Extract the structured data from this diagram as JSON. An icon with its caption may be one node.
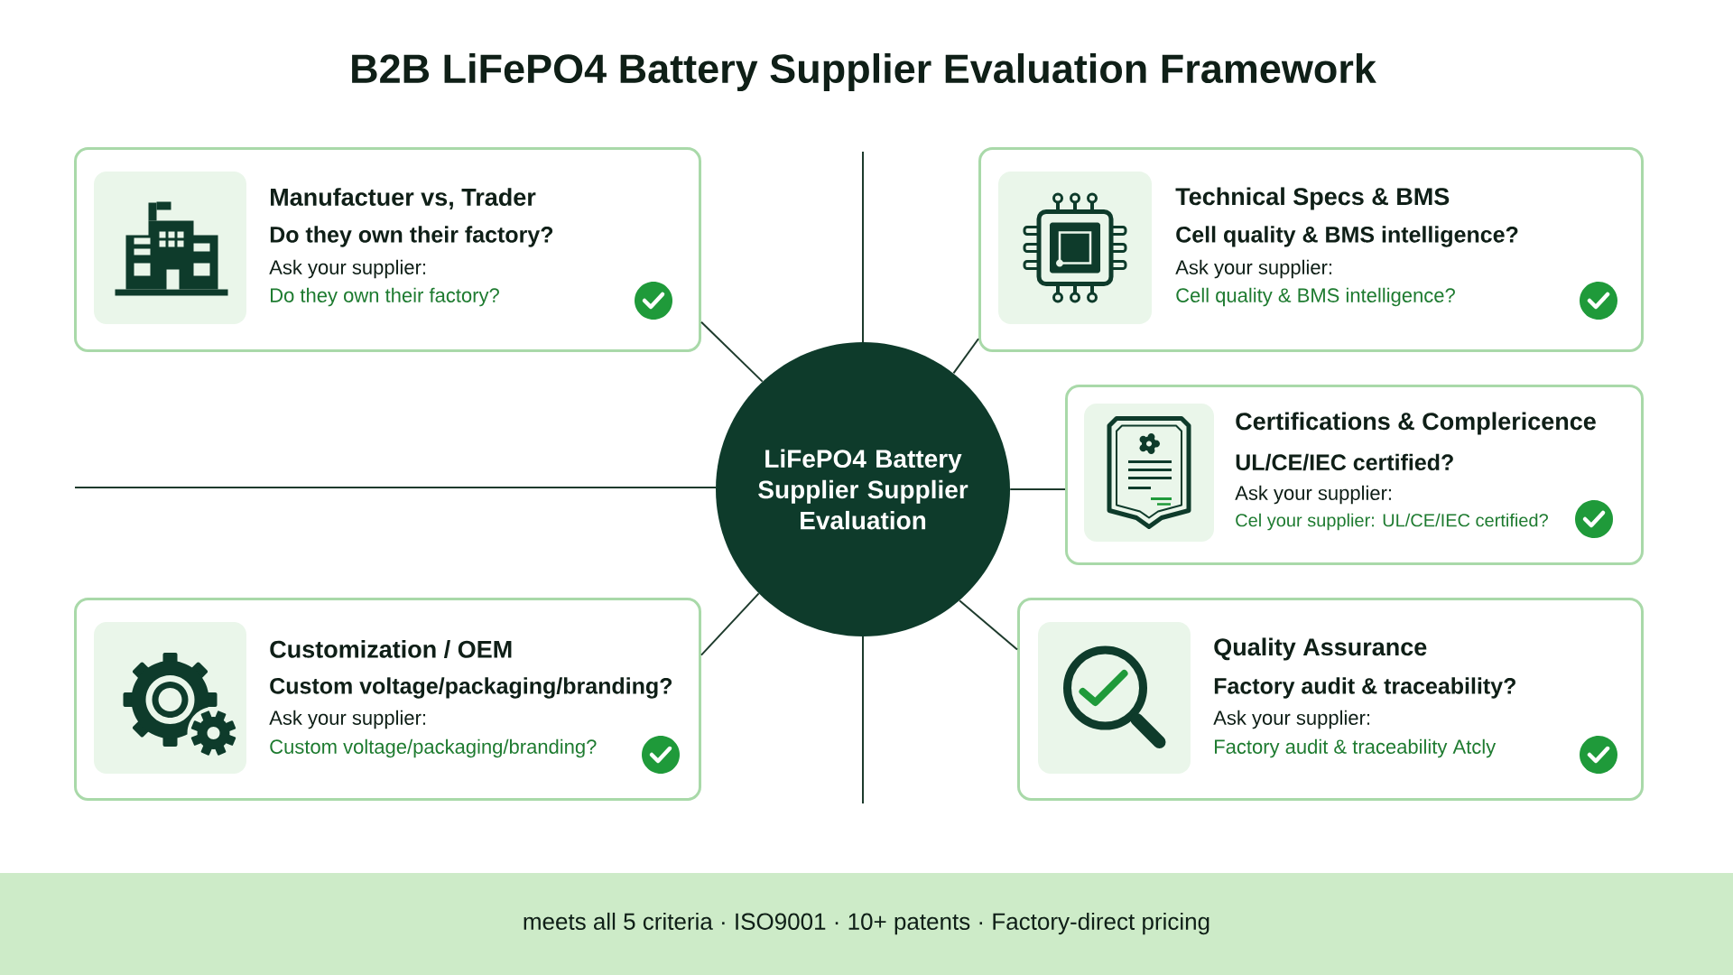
{
  "diagram": {
    "title": "B2B LiFePO4 Battery Supplier Evaluation Framework",
    "nodes": [
      {
        "text": [
          "Manufactuer vs, Trader",
          "Do they own their factory?",
          "Ask your supplier:",
          "Do they own their factory?"
        ]
      },
      {
        "text": [
          "Technical Specs & BMS",
          "Cell quality & BMS intelligence?",
          "Ask your supplier:",
          "Cell quality & BMS intelligence?"
        ]
      },
      {
        "text": [
          "LiFePO4 Battery Supplier Supplier Evaluation"
        ]
      },
      {
        "text": [
          "Certifications & Complericence",
          "UL/CE/IEC certified?",
          "Ask your supplier:",
          "Cel your supplier: UL/CE/IEC certified?"
        ]
      },
      {
        "text": [
          "Customization / OEM",
          "Custom voltage/packaging/branding?",
          "Ask your supplier:",
          "Custom voltage/packaging/branding?"
        ]
      },
      {
        "text": [
          "Quality Assurance",
          "Factory audit & traceability?",
          "Ask your supplier:",
          "Factory audit & traceability Atcly"
        ]
      }
    ],
    "edges": [
      {
        "from": 2,
        "to": 0,
        "arrow": "none"
      },
      {
        "from": 2,
        "to": 1,
        "arrow": "none"
      },
      {
        "from": 2,
        "to": 3,
        "arrow": "none"
      },
      {
        "from": 2,
        "to": 4,
        "arrow": "none"
      },
      {
        "from": 2,
        "to": 5,
        "arrow": "none"
      }
    ],
    "labels": [
      "meets all 5 criteria · ISO9001 · 10+ patents · Factory-direct pricing"
    ]
  }
}
